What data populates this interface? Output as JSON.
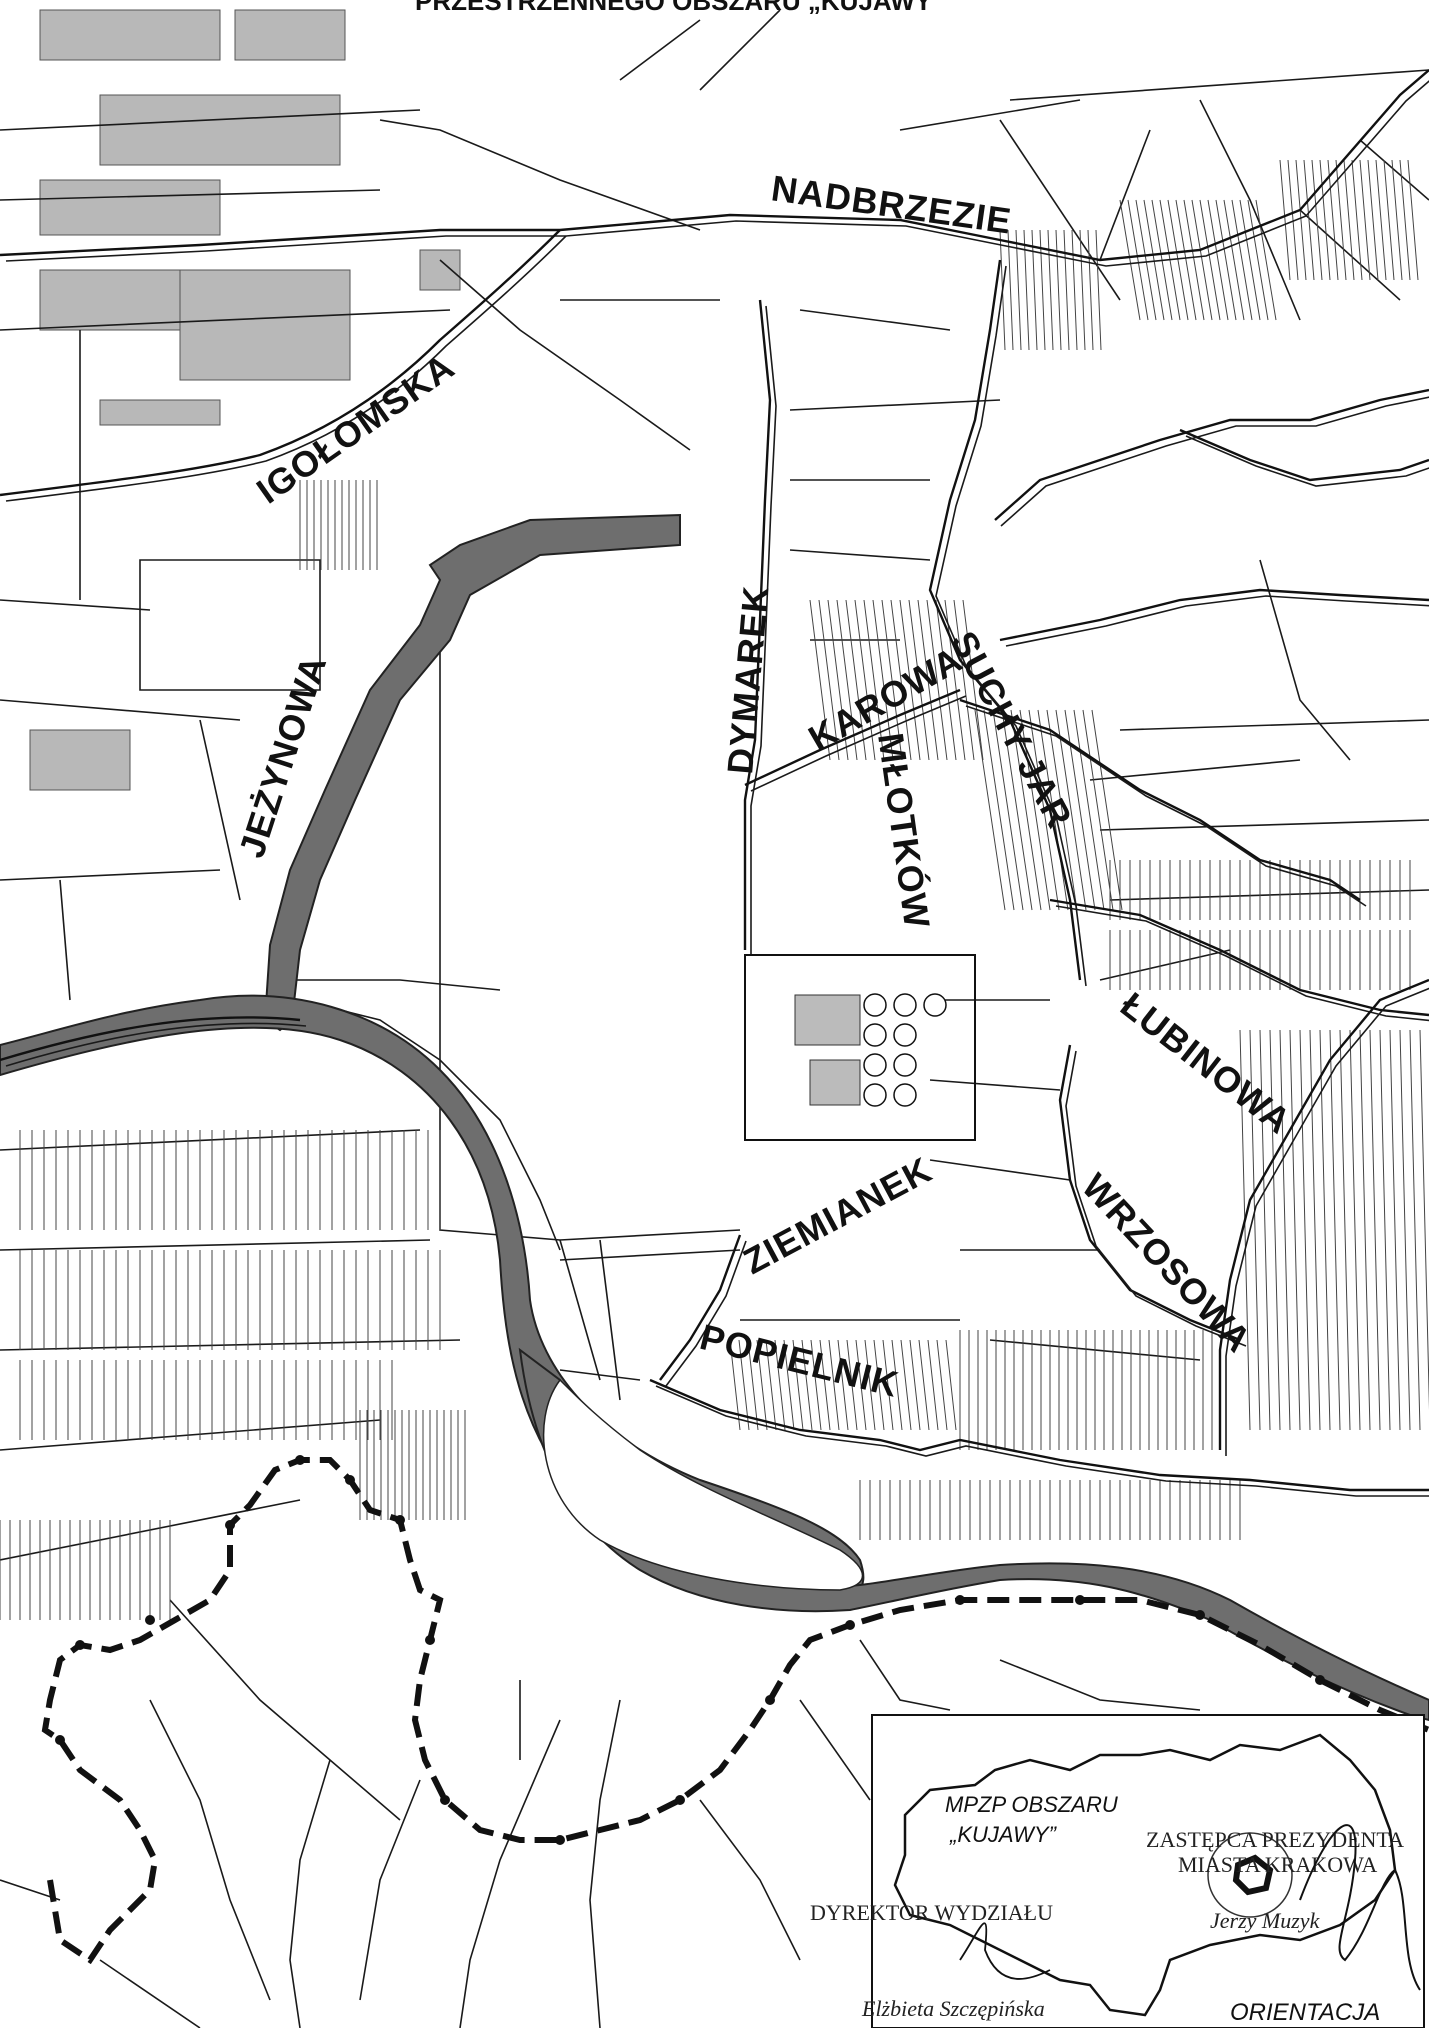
{
  "header": {
    "title": "PRZESTRZENNEGO OBSZARU „KUJAWY”"
  },
  "streets": [
    {
      "id": "nadbrzezie",
      "label": "NADBRZEZIE"
    },
    {
      "id": "igolomska",
      "label": "IGOŁOMSKA"
    },
    {
      "id": "jezynowa",
      "label": "JEŻYNOWA"
    },
    {
      "id": "dymarek",
      "label": "DYMAREK"
    },
    {
      "id": "karowa",
      "label": "KAROWA"
    },
    {
      "id": "suchy-jar",
      "label": "SUCHY JAR"
    },
    {
      "id": "mlotkow",
      "label": "MŁOTKÓW"
    },
    {
      "id": "lubinowa",
      "label": "ŁUBINOWA"
    },
    {
      "id": "ziemianek",
      "label": "ZIEMIANEK"
    },
    {
      "id": "wrzosowa",
      "label": "WRZOSOWA"
    },
    {
      "id": "popielnik",
      "label": "POPIELNIK"
    }
  ],
  "stamps": {
    "deputy_title_1": "ZASTĘPCA PREZYDENTA",
    "deputy_title_2": "MIASTA KRAKOWA",
    "deputy_name": "Jerzy Muzyk",
    "director_title": "DYREKTOR WYDZIAŁU",
    "director_name": "Elżbieta Szczępińska"
  },
  "inset": {
    "title_line1": "MPZP OBSZARU",
    "title_line2": "„KUJAWY”",
    "orientation": "ORIENTACJA"
  },
  "colors": {
    "river": "#6e6e6e",
    "lines": "#1a1a1a",
    "background": "#ffffff"
  }
}
